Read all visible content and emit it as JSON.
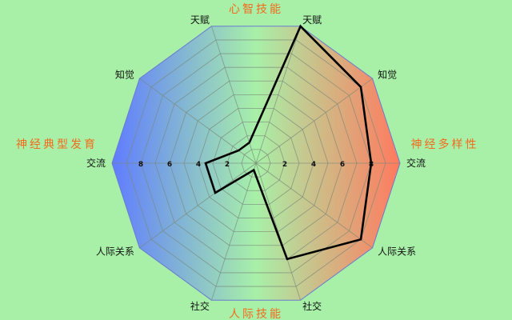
{
  "chart_data": {
    "type": "radar",
    "axis_titles": {
      "top": "心智技能",
      "right": "神经多样性",
      "bottom": "人际技能",
      "left": "神经典型发育"
    },
    "axes": [
      "天赋",
      "知觉",
      "交流",
      "人际关系",
      "社交",
      "社交",
      "人际关系",
      "交流",
      "知觉",
      "天赋"
    ],
    "ticks": [
      "2",
      "4",
      "6",
      "8",
      "2",
      "4",
      "6",
      "8"
    ],
    "tick_values": [
      2,
      4,
      6,
      8
    ],
    "range": [
      0,
      10
    ],
    "grid": true,
    "series": [
      {
        "values": [
          10,
          9,
          8,
          9,
          7,
          0.5,
          3.5,
          3.5,
          1.5,
          1.5
        ]
      }
    ],
    "colors": {
      "background": "#a8f0a8",
      "left_fill": "#5f7cff",
      "center_fill": "#a8f0a8",
      "right_fill": "#ff7a5e",
      "line": "#000000",
      "grid": "#7a8a7a",
      "title": "#f26b1d"
    }
  }
}
